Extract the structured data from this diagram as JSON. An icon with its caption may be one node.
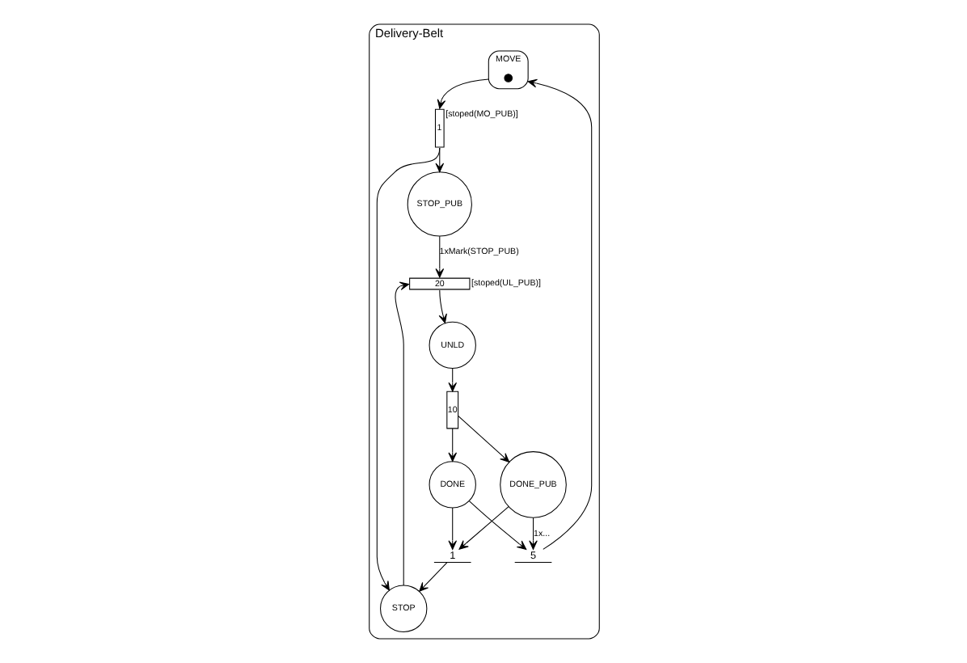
{
  "diagram": {
    "nodes": [
      {
        "text": [
          "Delivery-Belt"
        ]
      },
      {
        "text": [
          "1"
        ],
        "beside": [
          "[stoped(MO_PUB)]"
        ],
        "in": 0
      },
      {
        "text": [
          "STOP_PUB"
        ],
        "in": 0
      },
      {
        "text": [
          "MOVE"
        ],
        "in": 0
      },
      {
        "text": [],
        "shape": "circle",
        "in": 3
      },
      {
        "text": [
          "STOP"
        ],
        "in": 0
      },
      {
        "text": [
          "1"
        ],
        "in": 0
      },
      {
        "text": [
          "5"
        ],
        "in": 0
      },
      {
        "text": [
          "20"
        ],
        "beside": [
          "[stoped(UL_PUB)]"
        ],
        "in": 0
      },
      {
        "text": [
          "DONE"
        ],
        "in": 0
      },
      {
        "text": [
          "UNLD"
        ],
        "in": 0
      },
      {
        "text": [
          "10"
        ],
        "in": 0
      },
      {
        "text": [
          "DONE_PUB"
        ],
        "in": 0
      }
    ],
    "edges": [
      {
        "from": 3,
        "to": 1,
        "arrow": "to"
      },
      {
        "from": 1,
        "to": 2,
        "arrow": "to"
      },
      {
        "from": 1,
        "to": 5,
        "arrow": "to"
      },
      {
        "from": 5,
        "to": 8,
        "arrow": "to"
      },
      {
        "from": 2,
        "to": 8,
        "arrow": "to",
        "label": "1xMark(STOP_PUB)"
      },
      {
        "from": 8,
        "to": 10,
        "arrow": "to"
      },
      {
        "from": 10,
        "to": 11,
        "arrow": "to"
      },
      {
        "from": 11,
        "to": 9,
        "arrow": "to"
      },
      {
        "from": 11,
        "to": 12,
        "arrow": "to"
      },
      {
        "from": 9,
        "to": 7,
        "arrow": "to"
      },
      {
        "from": 12,
        "to": 7,
        "arrow": "to",
        "label": "1x..."
      },
      {
        "from": 7,
        "to": 3,
        "arrow": "to"
      },
      {
        "from": 9,
        "to": 6,
        "arrow": "to"
      },
      {
        "from": 12,
        "to": 6,
        "arrow": "to"
      },
      {
        "from": 6,
        "to": 5,
        "arrow": "to"
      }
    ]
  }
}
